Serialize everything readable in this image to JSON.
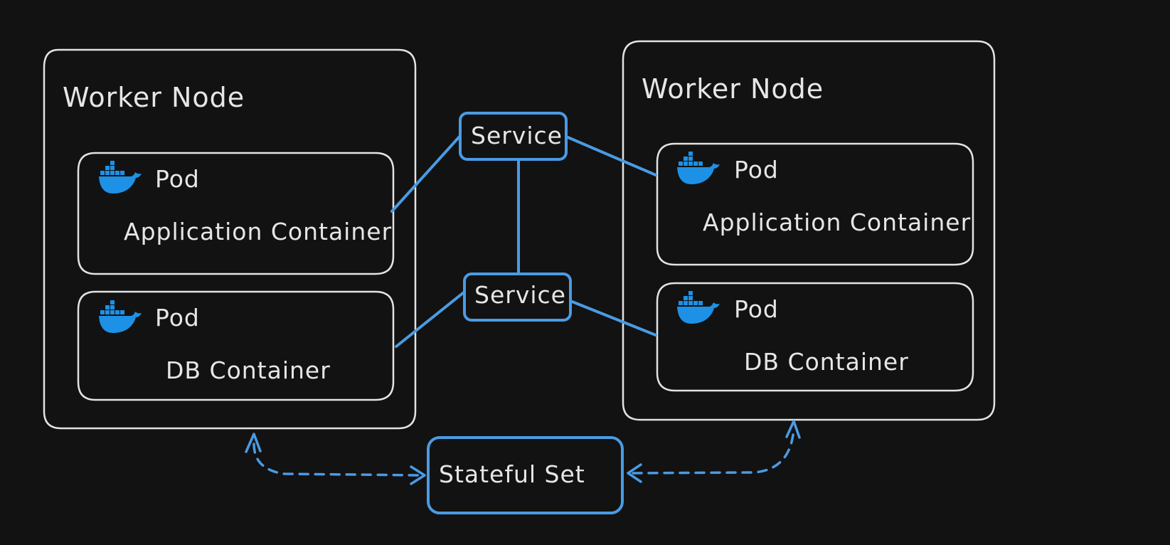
{
  "worker_nodes": [
    {
      "title": "Worker Node",
      "pods": [
        {
          "label": "Pod",
          "container": "Application Container",
          "icon": "docker-whale-icon"
        },
        {
          "label": "Pod",
          "container": "DB Container",
          "icon": "docker-whale-icon"
        }
      ]
    },
    {
      "title": "Worker Node",
      "pods": [
        {
          "label": "Pod",
          "container": "Application Container",
          "icon": "docker-whale-icon"
        },
        {
          "label": "Pod",
          "container": "DB Container",
          "icon": "docker-whale-icon"
        }
      ]
    }
  ],
  "services": [
    {
      "label": "Service"
    },
    {
      "label": "Service"
    }
  ],
  "stateful_set": {
    "label": "Stateful Set"
  },
  "colors": {
    "background": "#121212",
    "outline": "#e3e3e3",
    "accent": "#4a9be4",
    "docker": "#1d91e6"
  }
}
